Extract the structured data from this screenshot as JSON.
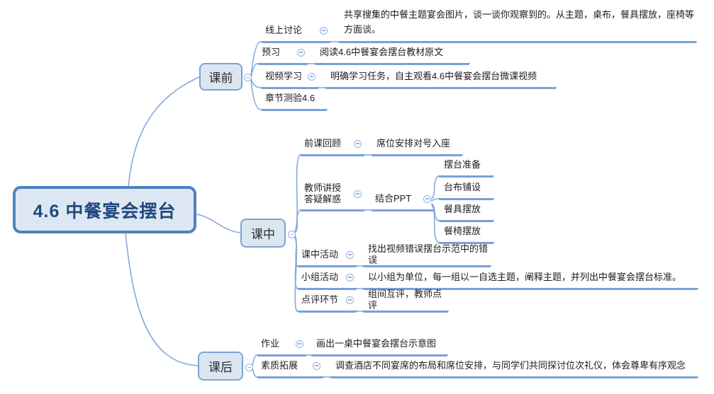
{
  "root": {
    "title": "4.6 中餐宴会摆台"
  },
  "branches": [
    {
      "label": "课前",
      "children": [
        {
          "label": "线上讨论",
          "text": "共享搜集的中餐主题宴会图片，谈一谈你观察到的。从主题，桌布，餐具摆放，座椅等方面谈。"
        },
        {
          "label": "预习",
          "text": "阅读4.6中餐宴会摆台教材原文"
        },
        {
          "label": "视频学习",
          "text": "明确学习任务，自主观看4.6中餐宴会摆台微课视频"
        },
        {
          "label": "章节测验4.6",
          "text": ""
        }
      ]
    },
    {
      "label": "课中",
      "children": [
        {
          "label": "前课回顾",
          "text": "席位安排对号入座"
        },
        {
          "label": "教师讲授答疑解惑",
          "text": "结合PPT",
          "subchildren": [
            "摆台准备",
            "台布铺设",
            "餐具摆放",
            "餐椅摆放"
          ]
        },
        {
          "label": "课中活动",
          "text": "找出视频错误摆台示范中的错误"
        },
        {
          "label": "小组活动",
          "text": "以小组为单位，每一组以一自选主题，阐释主题，并列出中餐宴会摆台标准。"
        },
        {
          "label": "点评环节",
          "text": "组间互评，教师点评"
        }
      ]
    },
    {
      "label": "课后",
      "children": [
        {
          "label": "作业",
          "text": "画出一桌中餐宴会摆台示意图"
        },
        {
          "label": "素质拓展",
          "text": "调查酒店不同宴席的布局和席位安排，与同学们共同探讨位次礼仪，体会尊卑有序观念"
        }
      ]
    }
  ],
  "icons": {
    "collapse": "collapse-minus-icon"
  },
  "colors": {
    "root_border": "#4F81BD",
    "node_fill": "#DCE6F1",
    "underline": "#78A1D6",
    "connector": "#86A9DB",
    "root_text": "#1F497D"
  }
}
